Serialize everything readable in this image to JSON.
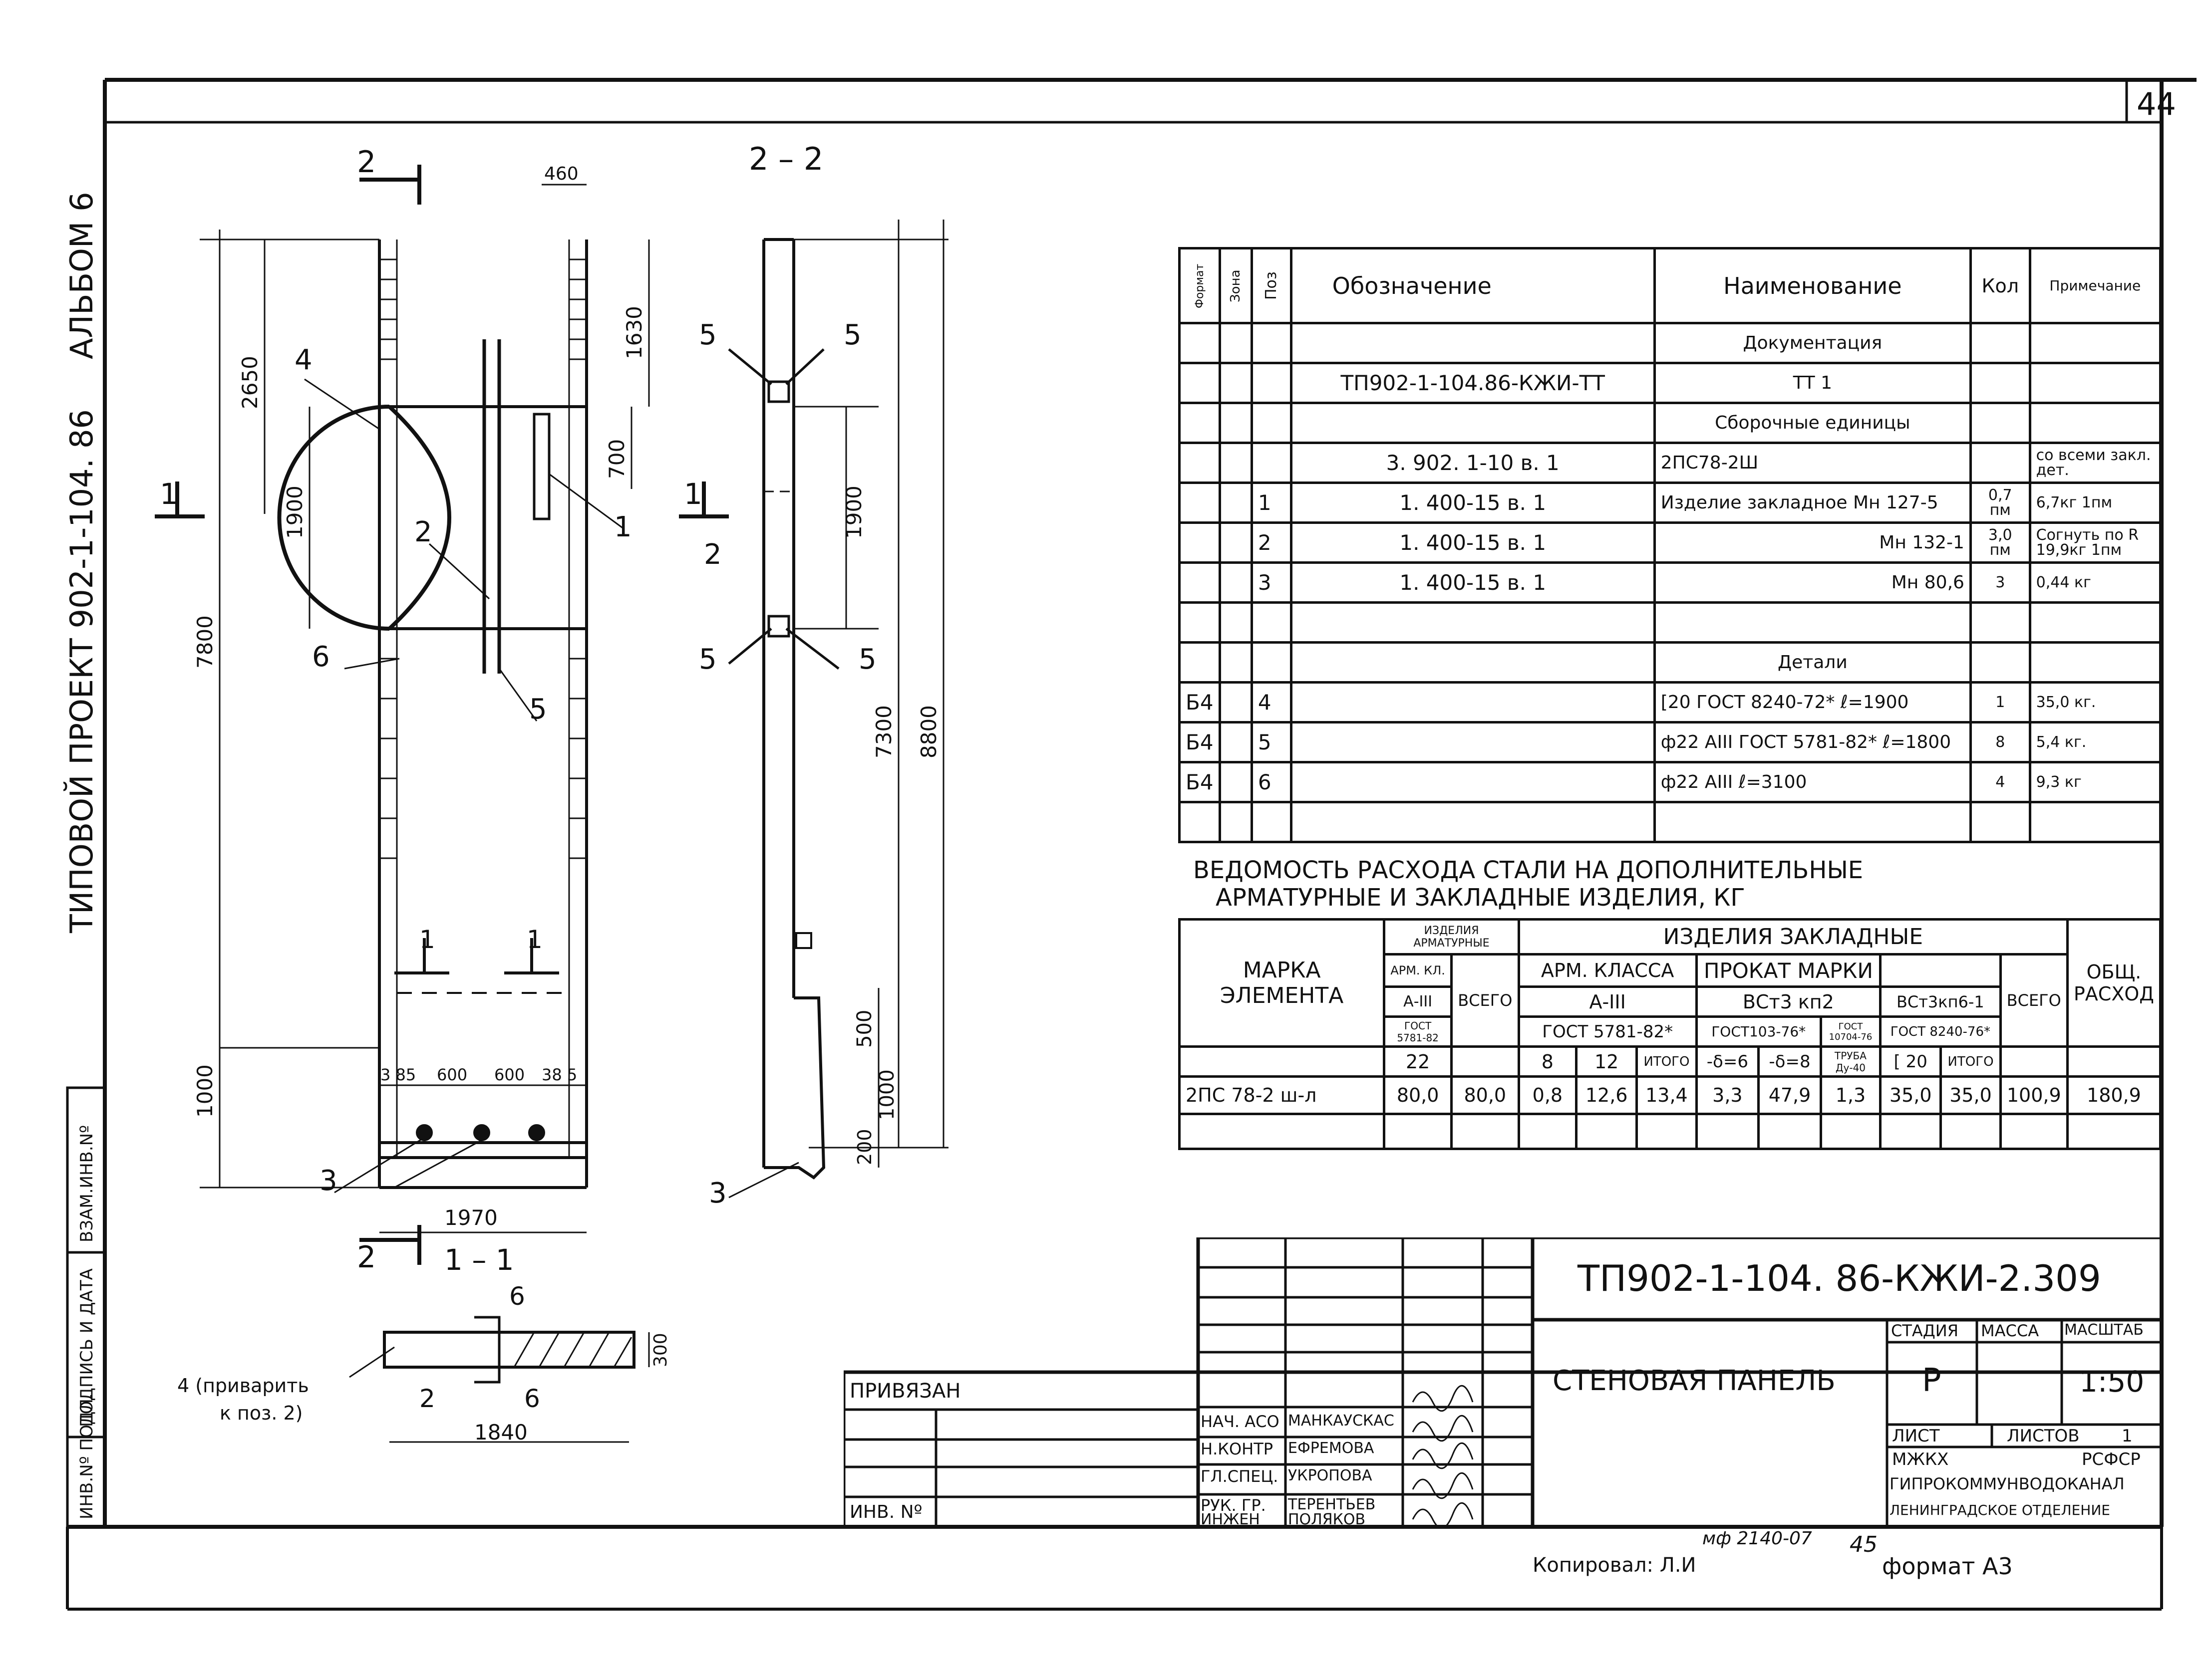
{
  "page_number": "44",
  "margin_left": {
    "album": "АЛЬБОМ 6",
    "project": "ТИПОВОЙ ПРОЕКТ 902-1-104. 86",
    "stamp_labels": [
      "ИНВ.Nº ПОДЛ.",
      "ПОДПИСЬ И ДАТА",
      "ВЗАМ.ИНВ.Nº"
    ]
  },
  "drawing": {
    "section_main_labels": [
      "2",
      "2",
      "1",
      "1"
    ],
    "section_2_2_title": "2 – 2",
    "section_1_1_title": "1 – 1",
    "dims_main": [
      "460",
      "2650",
      "1630",
      "700",
      "1900",
      "7800",
      "1000",
      "3 85",
      "600",
      "600",
      "38 5",
      "1970"
    ],
    "dims_side": [
      "1900",
      "7300",
      "8800",
      "500",
      "1000",
      "200"
    ],
    "dims_section": [
      "300",
      "1840"
    ],
    "callouts_main": [
      "4",
      "2",
      "1",
      "6",
      "5",
      "3"
    ],
    "callouts_side": [
      "5",
      "5",
      "2",
      "5",
      "5",
      "3"
    ],
    "callouts_section": [
      "6",
      "2",
      "6"
    ],
    "note_weld": "4 (приварить",
    "note_weld_2": "к поз. 2)",
    "small_marks": [
      "1",
      "1"
    ]
  },
  "spec": {
    "headers": [
      "Формат",
      "Зона",
      "Поз",
      "Обозначение",
      "Наименование",
      "Кол",
      "Примечание"
    ],
    "rows": [
      {
        "fmt": "",
        "zone": "",
        "pos": "",
        "des": "",
        "name": "Документация",
        "qty": "",
        "note": ""
      },
      {
        "fmt": "",
        "zone": "",
        "pos": "",
        "des": "ТП902-1-104.86-КЖИ-ТТ",
        "name": "ТТ 1",
        "qty": "",
        "note": ""
      },
      {
        "fmt": "",
        "zone": "",
        "pos": "",
        "des": "",
        "name": "Сборочные единицы",
        "qty": "",
        "note": ""
      },
      {
        "fmt": "",
        "zone": "",
        "pos": "",
        "des": "3. 902. 1-10 в. 1",
        "name": "2ПС78-2Ш",
        "qty": "",
        "note": "со всеми закл. дет."
      },
      {
        "fmt": "",
        "zone": "",
        "pos": "1",
        "des": "1. 400-15 в. 1",
        "name": "Изделие закладное Мн 127-5",
        "qty": "0,7 пм",
        "note": "6,7кг 1пм"
      },
      {
        "fmt": "",
        "zone": "",
        "pos": "2",
        "des": "1. 400-15 в. 1",
        "name": "Мн 132-1",
        "qty": "3,0 пм",
        "note": "Согнуть по R 19,9кг 1пм"
      },
      {
        "fmt": "",
        "zone": "",
        "pos": "3",
        "des": "1. 400-15 в. 1",
        "name": "Мн 80,6",
        "qty": "3",
        "note": "0,44 кг"
      },
      {
        "fmt": "",
        "zone": "",
        "pos": "",
        "des": "",
        "name": "",
        "qty": "",
        "note": ""
      },
      {
        "fmt": "",
        "zone": "",
        "pos": "",
        "des": "",
        "name": "Детали",
        "qty": "",
        "note": ""
      },
      {
        "fmt": "Б4",
        "zone": "",
        "pos": "4",
        "des": "",
        "name": "[20 ГОСТ 8240-72*   ℓ=1900",
        "qty": "1",
        "note": "35,0 кг."
      },
      {
        "fmt": "Б4",
        "zone": "",
        "pos": "5",
        "des": "",
        "name": "ф22 АIII ГОСТ 5781-82* ℓ=1800",
        "qty": "8",
        "note": "5,4 кг."
      },
      {
        "fmt": "Б4",
        "zone": "",
        "pos": "6",
        "des": "",
        "name": "ф22 АIII        ℓ=3100",
        "qty": "4",
        "note": "9,3 кг"
      },
      {
        "fmt": "",
        "zone": "",
        "pos": "",
        "des": "",
        "name": "",
        "qty": "",
        "note": ""
      }
    ]
  },
  "steel": {
    "title_line1": "ВЕДОМОСТЬ РАСХОДА СТАЛИ НА ДОПОЛНИТЕЛЬНЫЕ",
    "title_line2": "АРМАТУРНЫЕ И ЗАКЛАДНЫЕ ИЗДЕЛИЯ,    КГ",
    "h_mark": "МАРКА ЭЛЕМЕНТА",
    "h_arm": "ИЗДЕЛИЯ АРМАТУРНЫЕ",
    "h_zakl": "ИЗДЕЛИЯ ЗАКЛАДНЫЕ",
    "h_total": "ОБЩ. РАСХОД",
    "h_armkl": "АРМ. КЛ.",
    "h_aiii": "А-III",
    "h_gost_a": "ГОСТ 5781-82",
    "h_vsego": "ВСЕГО",
    "h_armklassa": "АРМ. КЛАССА",
    "h_prokat": "ПРОКАТ МАРКИ",
    "h_aiii2": "А-III",
    "h_vst3kp2": "ВСт3 кп2",
    "h_vst3kp61": "ВСт3кп6-1",
    "h_vsego2": "ВСЕГО",
    "h_gost5781": "ГОСТ 5781-82*",
    "h_gost103": "ГОСТ103-76*",
    "h_gost10704": "ГОСТ 10704-76",
    "h_gost8240": "ГОСТ 8240-76*",
    "h_22": "22",
    "h_8": "8",
    "h_12": "12",
    "h_itogo1": "ИТОГО",
    "h_d6": "-δ=6",
    "h_d8": "-δ=8",
    "h_truba": "ТРУБА Ду-40",
    "h_c20": "[ 20",
    "h_itogo2": "ИТОГО",
    "row": [
      "2ПС 78-2 ш-л",
      "80,0",
      "80,0",
      "0,8",
      "12,6",
      "13,4",
      "3,3",
      "47,9",
      "1,3",
      "35,0",
      "35,0",
      "100,9",
      "180,9"
    ]
  },
  "title_block": {
    "code": "ТП902-1-104. 86-КЖИ-2.309",
    "name": "СТЕНОВАЯ ПАНЕЛЬ",
    "stage_label": "СТАДИЯ",
    "mass_label": "МАССА",
    "scale_label": "МАСШТАБ",
    "stage": "Р",
    "scale": "1:50",
    "sheet_label": "ЛИСТ",
    "sheets_label": "ЛИСТОВ",
    "sheets": "1",
    "org1": "МЖКХ",
    "org1b": "РСФСР",
    "org2": "ГИПРОКОММУНВОДОКАНАЛ",
    "org3": "ЛЕНИНГРАДСКОЕ ОТДЕЛЕНИЕ",
    "privyazan": "ПРИВЯЗАН",
    "inv": "ИНВ. Nº",
    "roles": [
      "НАЧ. АСО",
      "Н.КОНТР",
      "ГЛ.СПЕЦ.",
      "РУК. ГР.",
      "ИНЖЕН"
    ],
    "names": [
      "МАНКАУСКАС",
      "ЕФРЕМОВА",
      "УКРОПОВА",
      "ТЕРЕНТЬЕВ",
      "ПОЛЯКОВ"
    ]
  },
  "footer": {
    "copied": "Копировал: Л.И",
    "mf": "мф 2140-07",
    "num": "45",
    "format": "формат А3"
  }
}
